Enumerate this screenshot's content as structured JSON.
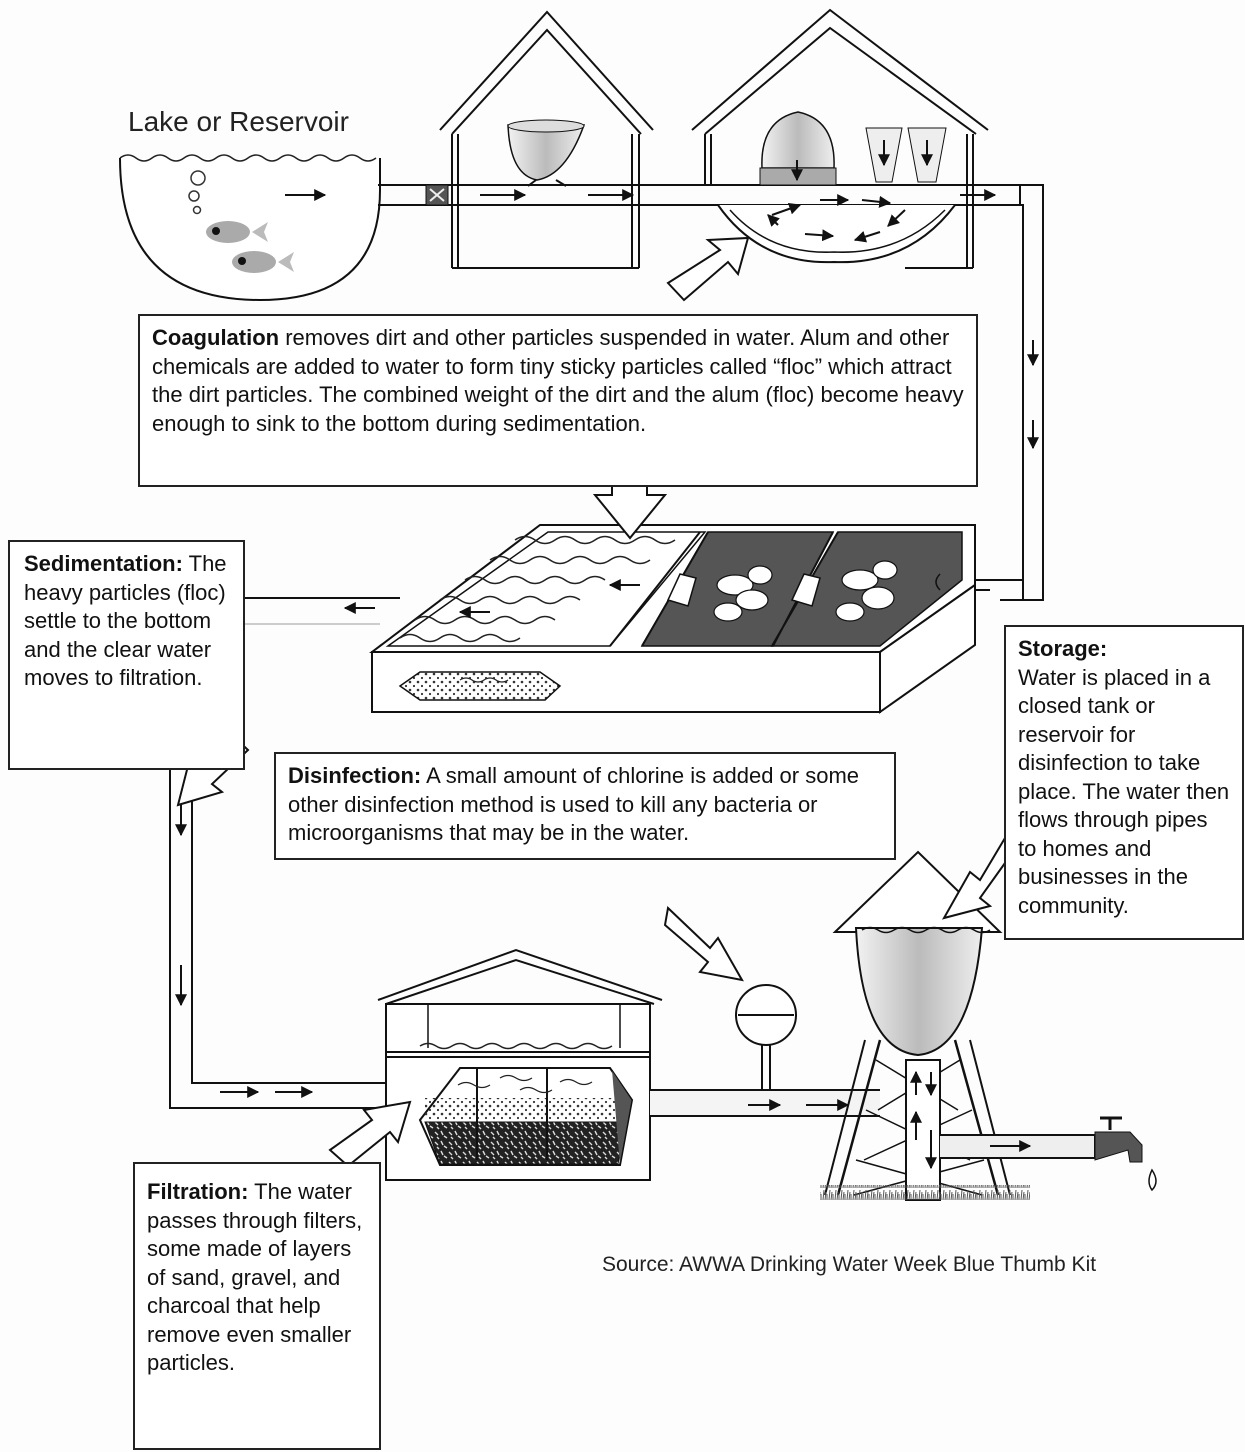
{
  "lake": {
    "label": "Lake or Reservoir"
  },
  "coagulation": {
    "title": "Coagulation",
    "text": "removes dirt and other particles suspended in water. Alum and other chemicals are added to water to form tiny sticky particles called “floc” which attract the dirt particles. The combined weight of the dirt and the alum (floc) become heavy enough to sink to the bottom during sedimentation."
  },
  "sedimentation": {
    "title": "Sedimentation:",
    "text": "The heavy particles (floc) settle to the bottom and the clear water moves to filtration."
  },
  "disinfection": {
    "title": "Disinfection:",
    "text": "A small amount of chlorine is added or some other disinfection method is used to kill any bacteria or microorganisms that may be in the water."
  },
  "storage": {
    "title": "Storage:",
    "text": "Water is placed in a closed tank or reservoir for disinfection to take place. The water then flows through pipes to homes and businesses in the community."
  },
  "filtration": {
    "title": "Filtration:",
    "text": "The water passes through filters, some made of layers of sand, gravel, and charcoal that help remove even smaller particles."
  },
  "source": "Source: AWWA Drinking Water Week Blue Thumb Kit"
}
